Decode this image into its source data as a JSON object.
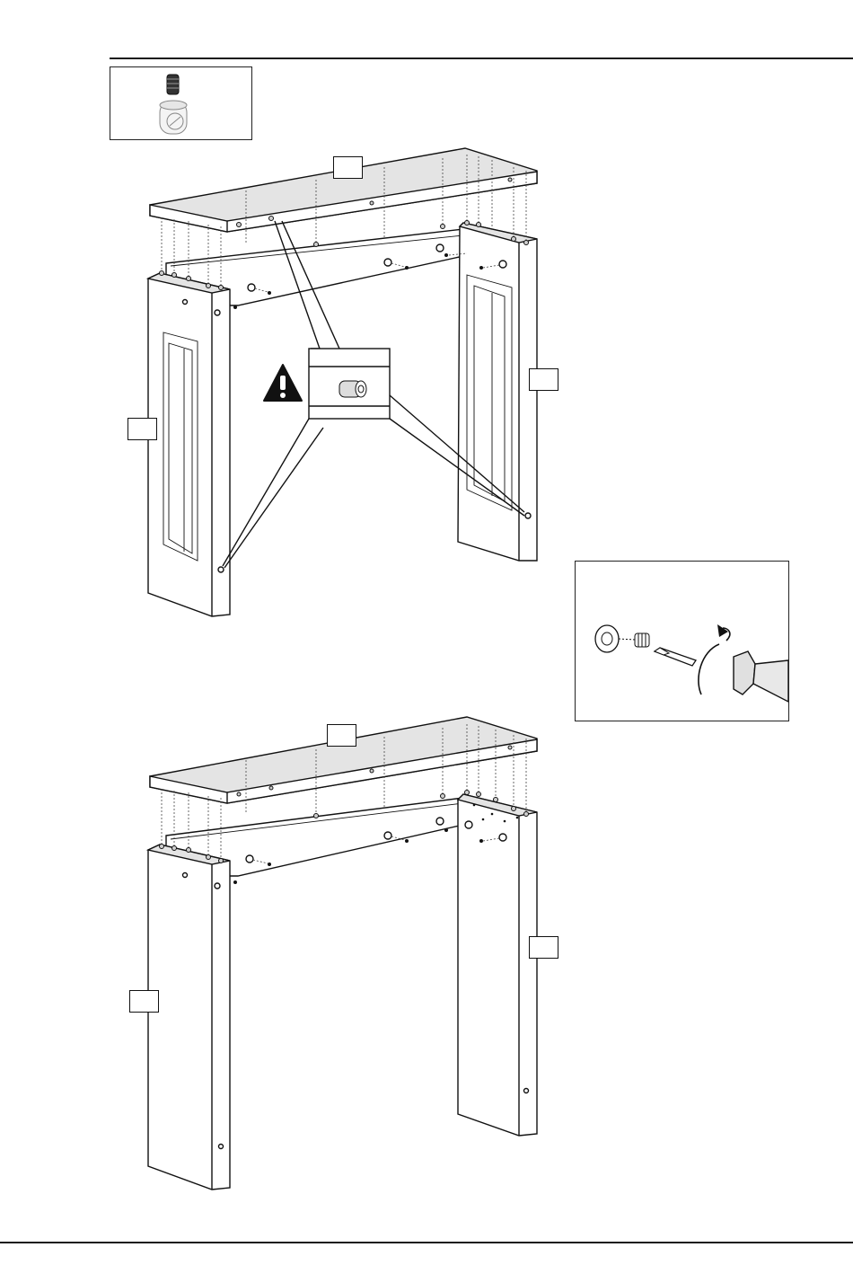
{
  "document": {
    "type": "assembly-instruction-page",
    "figures": [
      {
        "name": "step-assembly-with-warning",
        "part_labels": [
          "",
          "",
          ""
        ],
        "warning_symbol": "!"
      },
      {
        "name": "step-assembly-final",
        "part_labels": [
          "",
          "",
          ""
        ]
      }
    ],
    "detail_callout": "screw-insert-rotation"
  }
}
